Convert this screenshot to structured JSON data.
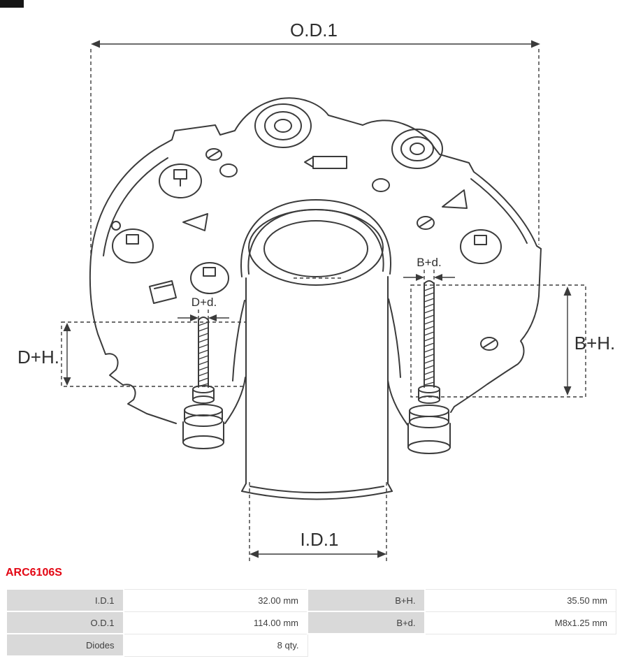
{
  "drawing": {
    "labels": {
      "od1": "O.D.1",
      "id1": "I.D.1",
      "dh": "D+H.",
      "bh": "B+H.",
      "dd": "D+d.",
      "bd": "B+d."
    }
  },
  "part_number": "ARC6106S",
  "spec_table": {
    "rows": [
      {
        "label1": "I.D.1",
        "value1": "32.00 mm",
        "label2": "B+H.",
        "value2": "35.50 mm"
      },
      {
        "label1": "O.D.1",
        "value1": "114.00 mm",
        "label2": "B+d.",
        "value2": "M8x1.25 mm"
      },
      {
        "label1": "Diodes",
        "value1": "8 qty.",
        "label2": "",
        "value2": ""
      }
    ]
  },
  "colors": {
    "accent_red": "#e30613",
    "table_label_bg": "#d9d9d9",
    "line": "#3b3b3b"
  }
}
